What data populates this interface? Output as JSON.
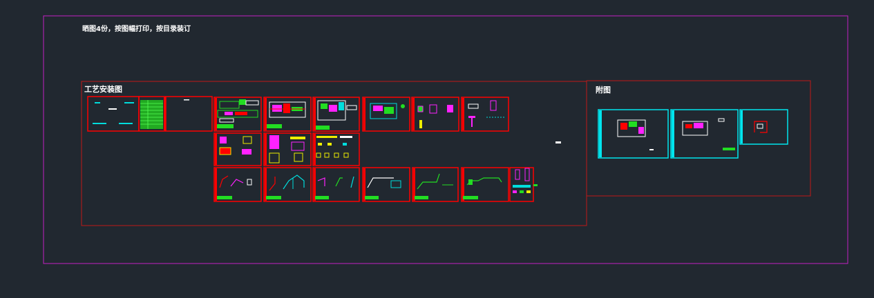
{
  "canvas": {
    "background": "#212830",
    "colors": {
      "border_outer": "#c41fc4",
      "border_group": "#c01818",
      "sheet_red": "#ff0000",
      "sheet_cyan": "#00e5ee",
      "green": "#22dd22",
      "magenta": "#ff22ff",
      "yellow": "#eeee00",
      "cyan": "#00dddd",
      "white": "#ffffff"
    }
  },
  "text": {
    "note": "晒图4份，按图幅打印，按目录装订",
    "group_process": "工艺安装图",
    "group_appendix": "附图"
  },
  "sheets": {
    "process_row1_count": 9,
    "process_row2_count": 3,
    "process_row3_count": 7,
    "appendix_count": 3
  }
}
